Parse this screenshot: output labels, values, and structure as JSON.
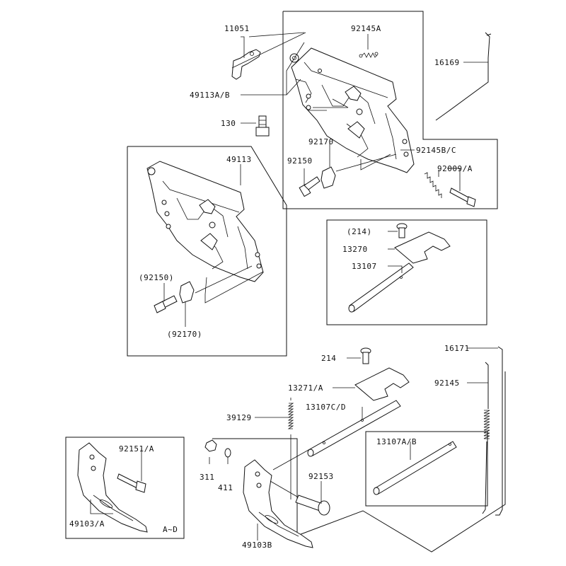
{
  "labels": {
    "p11051": "11051",
    "p92145A": "92145A",
    "p16169": "16169",
    "p49113AB": "49113A/B",
    "p130": "130",
    "p92170": "92170",
    "p92150": "92150",
    "p92145BC": "92145B/C",
    "p92009A": "92009/A",
    "p49113": "49113",
    "p92150b": "(92150)",
    "p92170b": "(92170)",
    "p214b": "(214)",
    "p13270": "13270",
    "p13107": "13107",
    "p214": "214",
    "p16171": "16171",
    "p13271A": "13271/A",
    "p92145": "92145",
    "p39129": "39129",
    "p13107CD": "13107C/D",
    "p13107AB": "13107A/B",
    "p92151A": "92151/A",
    "p311": "311",
    "p411": "411",
    "p92153": "92153",
    "p49103A": "49103/A",
    "pAD": "A~D",
    "p49103B": "49103B"
  }
}
